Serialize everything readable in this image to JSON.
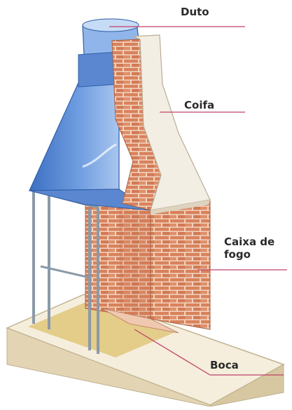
{
  "labels": {
    "duto": "Duto",
    "coifa": "Coifa",
    "caixa_de_fogo": "Caixa de\nfogo",
    "boca": "Boca"
  },
  "colors": {
    "hood_blue": "#6f9de0",
    "hood_dark": "#3d6fc2",
    "brick": "#d9825c",
    "mortar": "#f2d4c0",
    "plaster": "#f3eee3",
    "base": "#efe6cf",
    "floor": "#e0c57a",
    "leader_line": "#c0406a"
  }
}
